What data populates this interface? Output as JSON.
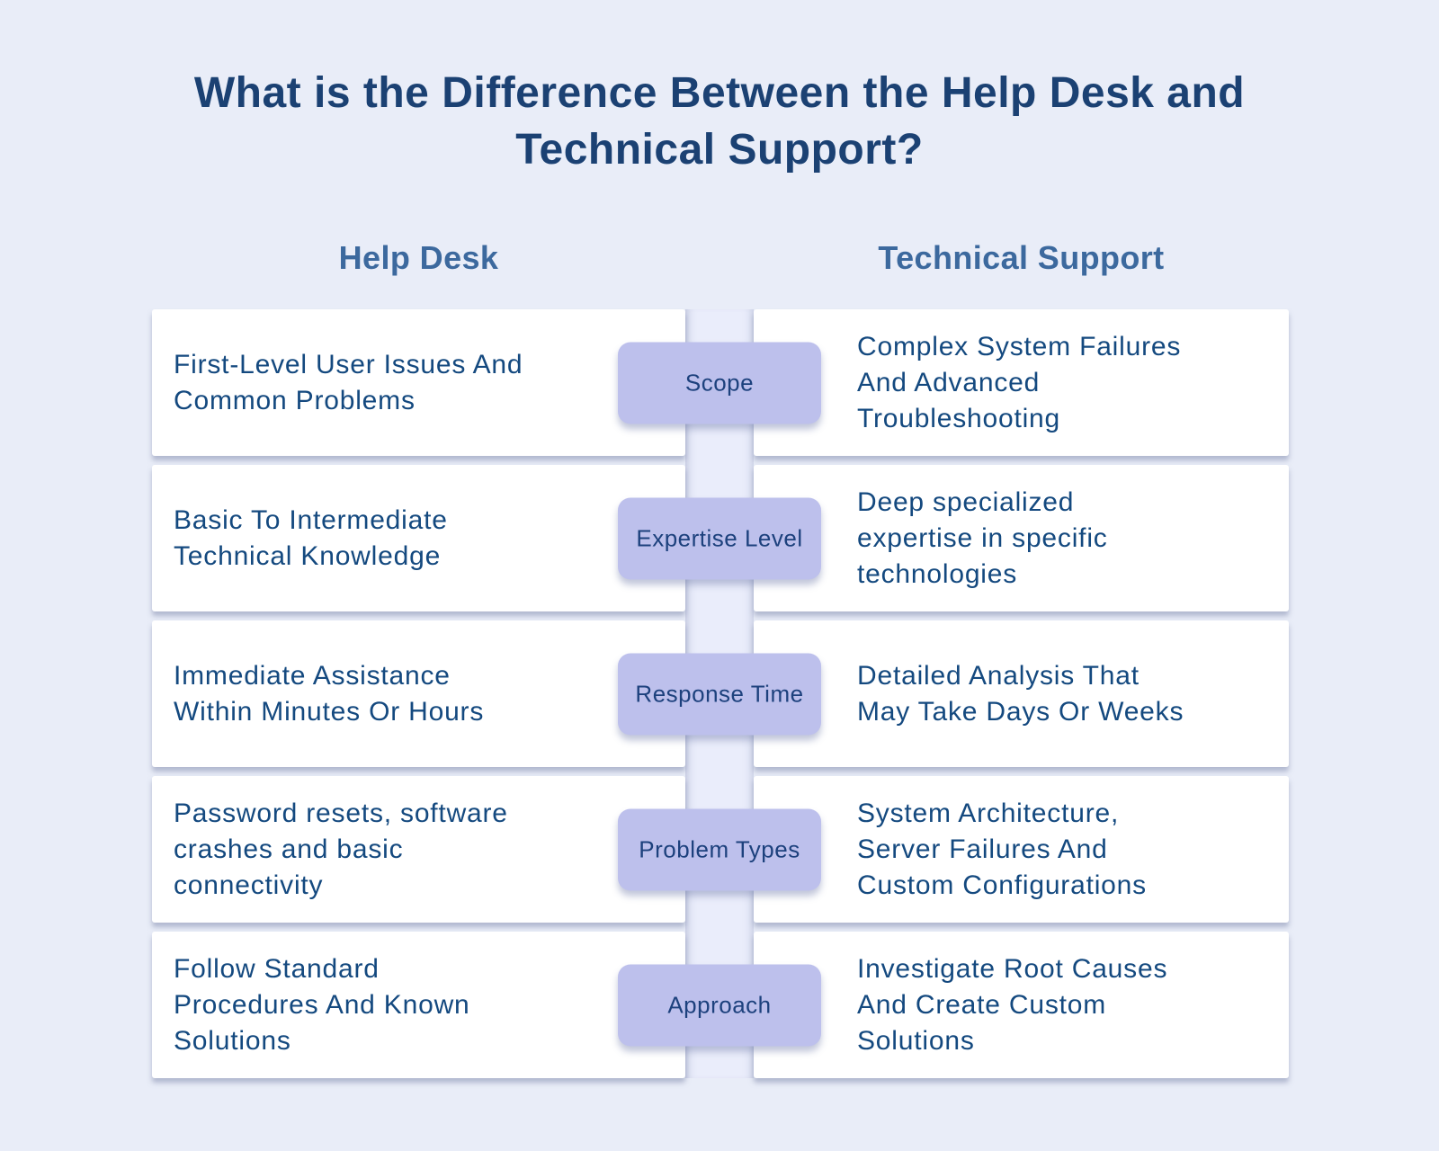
{
  "title": "What is the Difference Between the Help Desk and\nTechnical Support?",
  "columns": {
    "left": "Help Desk",
    "right": "Technical Support"
  },
  "rows": [
    {
      "category": "Scope",
      "help_desk": "First-Level User Issues And\nCommon Problems",
      "technical_support": "Complex System Failures\nAnd Advanced\nTroubleshooting"
    },
    {
      "category": "Expertise Level",
      "help_desk": "Basic To Intermediate\nTechnical Knowledge",
      "technical_support": "Deep specialized\nexpertise in specific\ntechnologies"
    },
    {
      "category": "Response Time",
      "help_desk": "Immediate Assistance\nWithin Minutes Or Hours",
      "technical_support": "Detailed Analysis That\nMay Take Days Or Weeks"
    },
    {
      "category": "Problem Types",
      "help_desk": "Password resets, software\ncrashes and basic\nconnectivity",
      "technical_support": "System Architecture,\nServer Failures And\nCustom Configurations"
    },
    {
      "category": "Approach",
      "help_desk": "Follow Standard\nProcedures And Known\nSolutions",
      "technical_support": "Investigate Root Causes\nAnd Create Custom\nSolutions"
    }
  ],
  "colors": {
    "background": "#e9edf8",
    "center_strip": "#eaedfb",
    "card_background": "#ffffff",
    "badge_background": "#bdc0ec",
    "title_text": "#1b4173",
    "column_header_text": "#3c699e",
    "card_text": "#14497f",
    "badge_text": "#1d417d"
  }
}
